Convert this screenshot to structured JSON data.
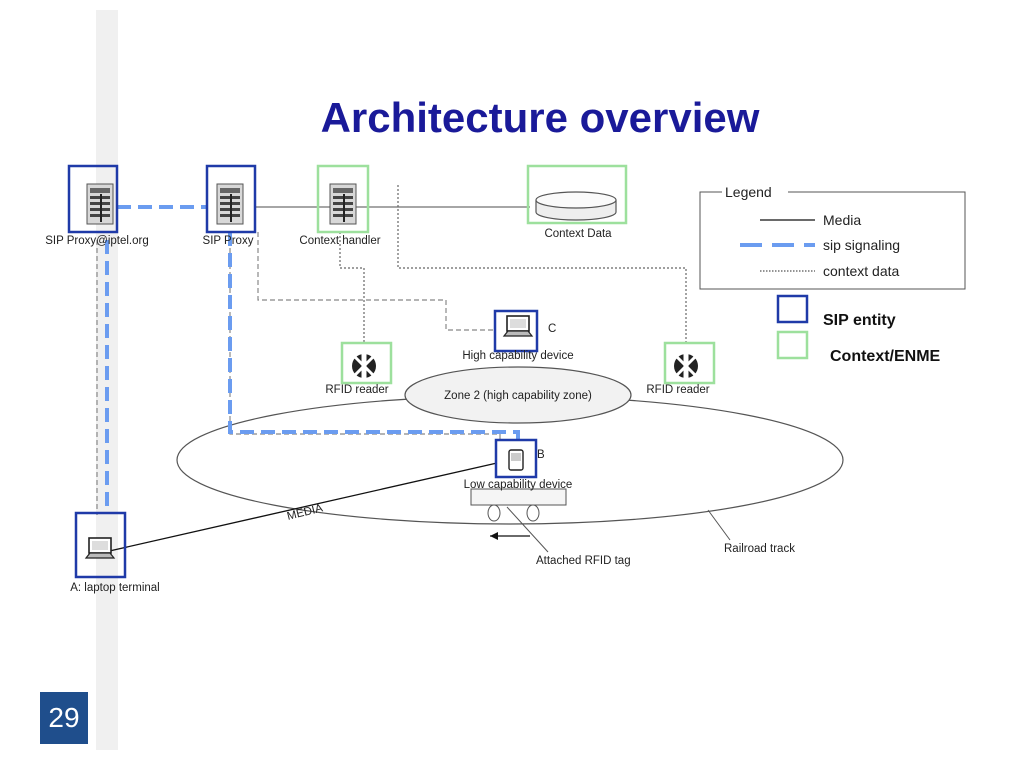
{
  "title": "Architecture overview",
  "page_number": "29",
  "colors": {
    "title": "#1a1a99",
    "sip_entity": "#1f3aa8",
    "context_entity": "#9de09d",
    "sip_signaling": "#6b9cf0",
    "page_badge": "#1f4e8c"
  },
  "nodes": {
    "sip_proxy_iptel": "SIP Proxy@iptel.org",
    "sip_proxy": "SIP Proxy",
    "context_handler": "Context handler",
    "context_data": "Context Data",
    "high_device": "High capability device",
    "high_device_letter": "C",
    "rfid_left": "RFID reader",
    "rfid_right": "RFID reader",
    "zone2": "Zone 2 (high capability zone)",
    "low_device": "Low capability device",
    "low_device_letter": "B",
    "laptop": "A: laptop terminal",
    "media_line": "MEDIA",
    "attached_tag": "Attached RFID tag",
    "railroad": "Railroad track"
  },
  "legend": {
    "title": "Legend",
    "media": "Media",
    "sip_signaling": "sip signaling",
    "context_data": "context data"
  },
  "key": {
    "sip_entity": "SIP entity",
    "context_enme": "Context/ENME"
  }
}
